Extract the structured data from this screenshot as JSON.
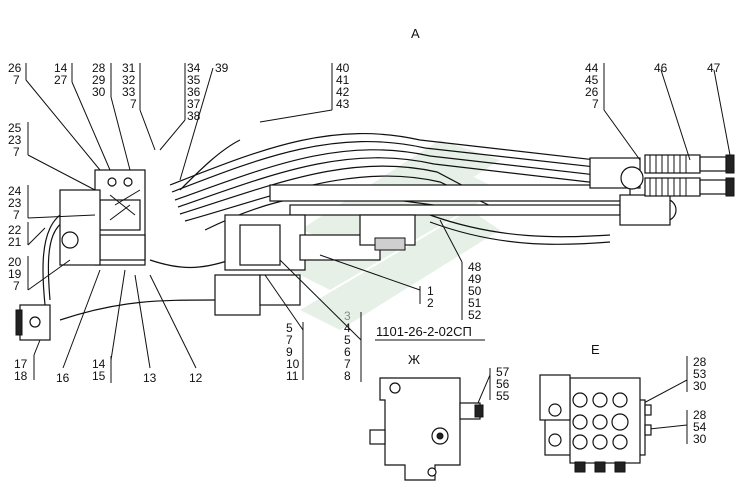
{
  "drawing": {
    "view_a_label": "А",
    "view_zh_label": "Ж",
    "view_e_label": "Е",
    "code": "1101-26-2-02СП"
  },
  "callouts": {
    "g_26_7": [
      "26",
      "7"
    ],
    "g_14_27": [
      "14",
      "27"
    ],
    "g_28_30": [
      "28",
      "29",
      "30"
    ],
    "g_31_7": [
      "31",
      "32",
      "33",
      "7"
    ],
    "g_34_38": [
      "34",
      "35",
      "36",
      "37",
      "38"
    ],
    "g_39": [
      "39"
    ],
    "g_40_43": [
      "40",
      "41",
      "42",
      "43"
    ],
    "g_44_7": [
      "44",
      "45",
      "26",
      "7"
    ],
    "g_46": [
      "46"
    ],
    "g_47": [
      "47"
    ],
    "g_25_7": [
      "25",
      "23",
      "7"
    ],
    "g_24_7": [
      "24",
      "23",
      "7"
    ],
    "g_22_21": [
      "22",
      "21"
    ],
    "g_20_7": [
      "20",
      "19",
      "7"
    ],
    "g_17_18": [
      "17",
      "18"
    ],
    "g_16": [
      "16"
    ],
    "g_14_15": [
      "14",
      "15"
    ],
    "g_13": [
      "13"
    ],
    "g_12": [
      "12"
    ],
    "g_5_11": [
      "5",
      "7",
      "9",
      "10",
      "11"
    ],
    "g_3_8": [
      "3",
      "4",
      "5",
      "6",
      "7",
      "8"
    ],
    "g_1_2": [
      "1",
      "2"
    ],
    "g_48_52": [
      "48",
      "49",
      "50",
      "51",
      "52"
    ],
    "g_57_55": [
      "57",
      "56",
      "55"
    ],
    "g_28_53_30": [
      "28",
      "53",
      "30"
    ],
    "g_28_54_30": [
      "28",
      "54",
      "30"
    ]
  }
}
